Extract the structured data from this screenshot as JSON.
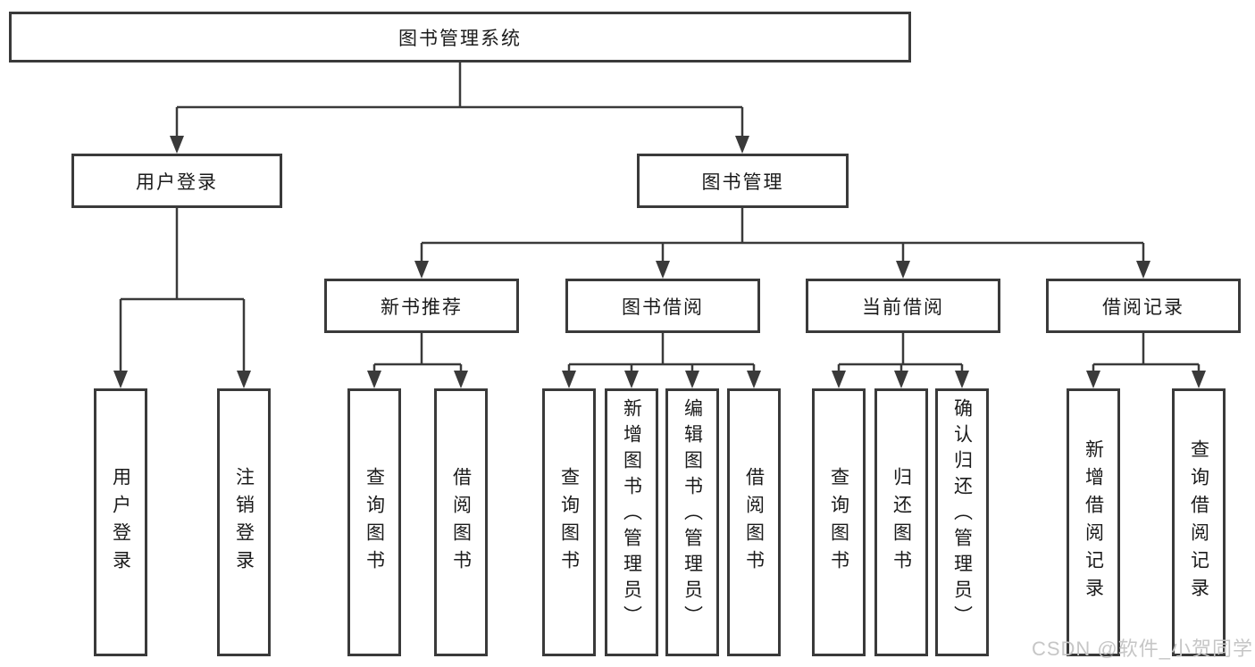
{
  "diagram": {
    "tree": {
      "root": {
        "label": "图书管理系统",
        "children": [
          {
            "label": "用户登录",
            "children": [
              {
                "label": "用户登录"
              },
              {
                "label": "注销登录"
              }
            ]
          },
          {
            "label": "图书管理",
            "children": [
              {
                "label": "新书推荐",
                "children": [
                  {
                    "label": "查询图书"
                  },
                  {
                    "label": "借阅图书"
                  }
                ]
              },
              {
                "label": "图书借阅",
                "children": [
                  {
                    "label": "查询图书"
                  },
                  {
                    "label": "新增图书（管理员）"
                  },
                  {
                    "label": "编辑图书（管理员）"
                  },
                  {
                    "label": "借阅图书"
                  }
                ]
              },
              {
                "label": "当前借阅",
                "children": [
                  {
                    "label": "查询图书"
                  },
                  {
                    "label": "归还图书"
                  },
                  {
                    "label": "确认归还（管理员）"
                  }
                ]
              },
              {
                "label": "借阅记录",
                "children": [
                  {
                    "label": "新增借阅记录"
                  },
                  {
                    "label": "查询借阅记录"
                  }
                ]
              }
            ]
          }
        ]
      }
    },
    "colors": {
      "line": "#3a3a3a",
      "text": "#1b1b1b",
      "box_background": "#ffffff",
      "page_background": "#ffffff",
      "watermark": "#c6c6c6"
    }
  },
  "watermark": {
    "text": "CSDN @软件_小贺同学"
  }
}
